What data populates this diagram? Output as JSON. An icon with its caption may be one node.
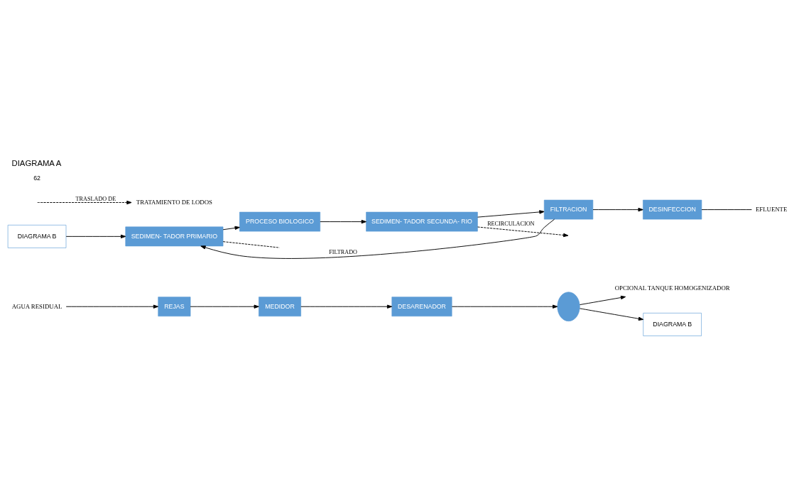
{
  "diagram": {
    "title": "DIAGRAMA A",
    "nodes": [
      {
        "text": [
          "AGUA RESIDUAL"
        ]
      },
      {
        "text": [
          "REJAS"
        ]
      },
      {
        "text": [
          "MEDIDOR"
        ]
      },
      {
        "text": [
          "DESARENADOR"
        ]
      },
      {
        "text": [],
        "shape": "circle"
      },
      {
        "text": [
          "OPCIONAL TANQUE HOMOGENIZADOR"
        ]
      },
      {
        "text": [
          "DIAGRAMA B"
        ]
      },
      {
        "text": [
          "DIAGRAMA B"
        ]
      },
      {
        "text": [
          "SEDIMEN- TADOR PRIMARIO"
        ]
      },
      {
        "text": [
          "PROCESO BIOLOGICO"
        ]
      },
      {
        "text": [
          "SEDIMEN- TADOR SECUNDA- RIO"
        ]
      },
      {
        "text": [
          "FILTRACION"
        ]
      },
      {
        "text": [
          "DESINFECCION"
        ]
      },
      {
        "text": [
          "EFLUENTE"
        ]
      },
      {
        "text": [
          "TRATAMIENTO DE LODOS"
        ]
      }
    ],
    "edges": [
      {
        "from": 0,
        "to": 1,
        "arrow": "to"
      },
      {
        "from": 1,
        "to": 2,
        "arrow": "to"
      },
      {
        "from": 2,
        "to": 3,
        "arrow": "to"
      },
      {
        "from": 3,
        "to": 4,
        "arrow": "to"
      },
      {
        "from": 4,
        "to": 5,
        "arrow": "to"
      },
      {
        "from": 4,
        "to": 6,
        "arrow": "to"
      },
      {
        "from": 7,
        "to": 8,
        "arrow": "to"
      },
      {
        "from": 8,
        "to": 9,
        "arrow": "to"
      },
      {
        "from": 9,
        "to": 10,
        "arrow": "to"
      },
      {
        "from": 10,
        "to": 11,
        "arrow": "to"
      },
      {
        "from": 11,
        "to": 8,
        "arrow": "to",
        "label": "FILTRADO"
      },
      {
        "from": 11,
        "to": 12,
        "arrow": "to"
      },
      {
        "from": 12,
        "to": 13,
        "arrow": "none"
      },
      {
        "from": 10,
        "to": null,
        "arrow": "to",
        "style": "dashed",
        "label": "RECIRCULACION"
      },
      {
        "from": 8,
        "to": null,
        "arrow": "none",
        "style": "dashed"
      },
      {
        "from": null,
        "to": 14,
        "arrow": "to",
        "style": "dashed",
        "label": "TRASLADO DE"
      }
    ],
    "labels": [
      "62"
    ]
  }
}
